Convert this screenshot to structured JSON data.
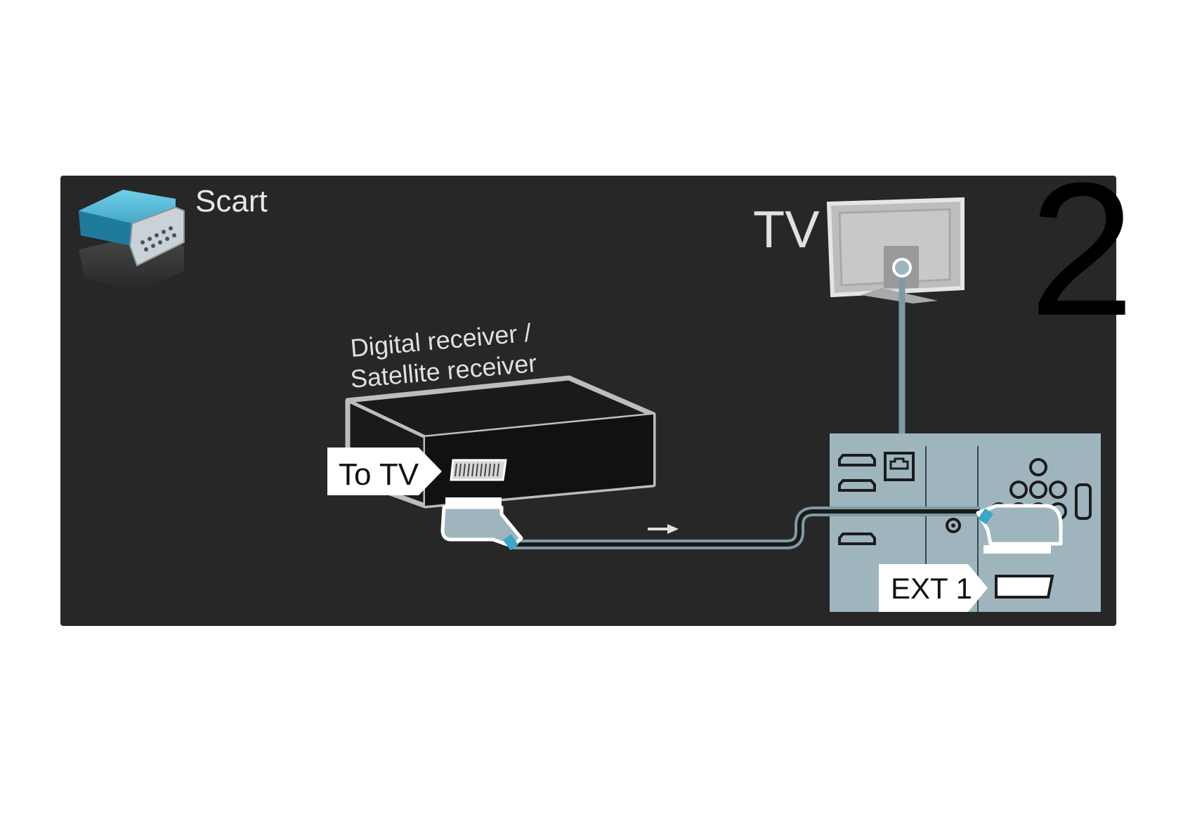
{
  "connector_type": "Scart",
  "tv_label": "TV",
  "step_number": "2",
  "receiver_label_line1": "Digital receiver /",
  "receiver_label_line2": "Satellite receiver",
  "receiver_port_label": "To TV",
  "tv_port_label": "EXT 1",
  "colors": {
    "panel": "#272727",
    "cable": "#7f9aa6",
    "tv_panel": "#9fb5bd",
    "scart_icon": "#3aa6c9",
    "device": "#111111",
    "label_bg": "#ffffff"
  }
}
